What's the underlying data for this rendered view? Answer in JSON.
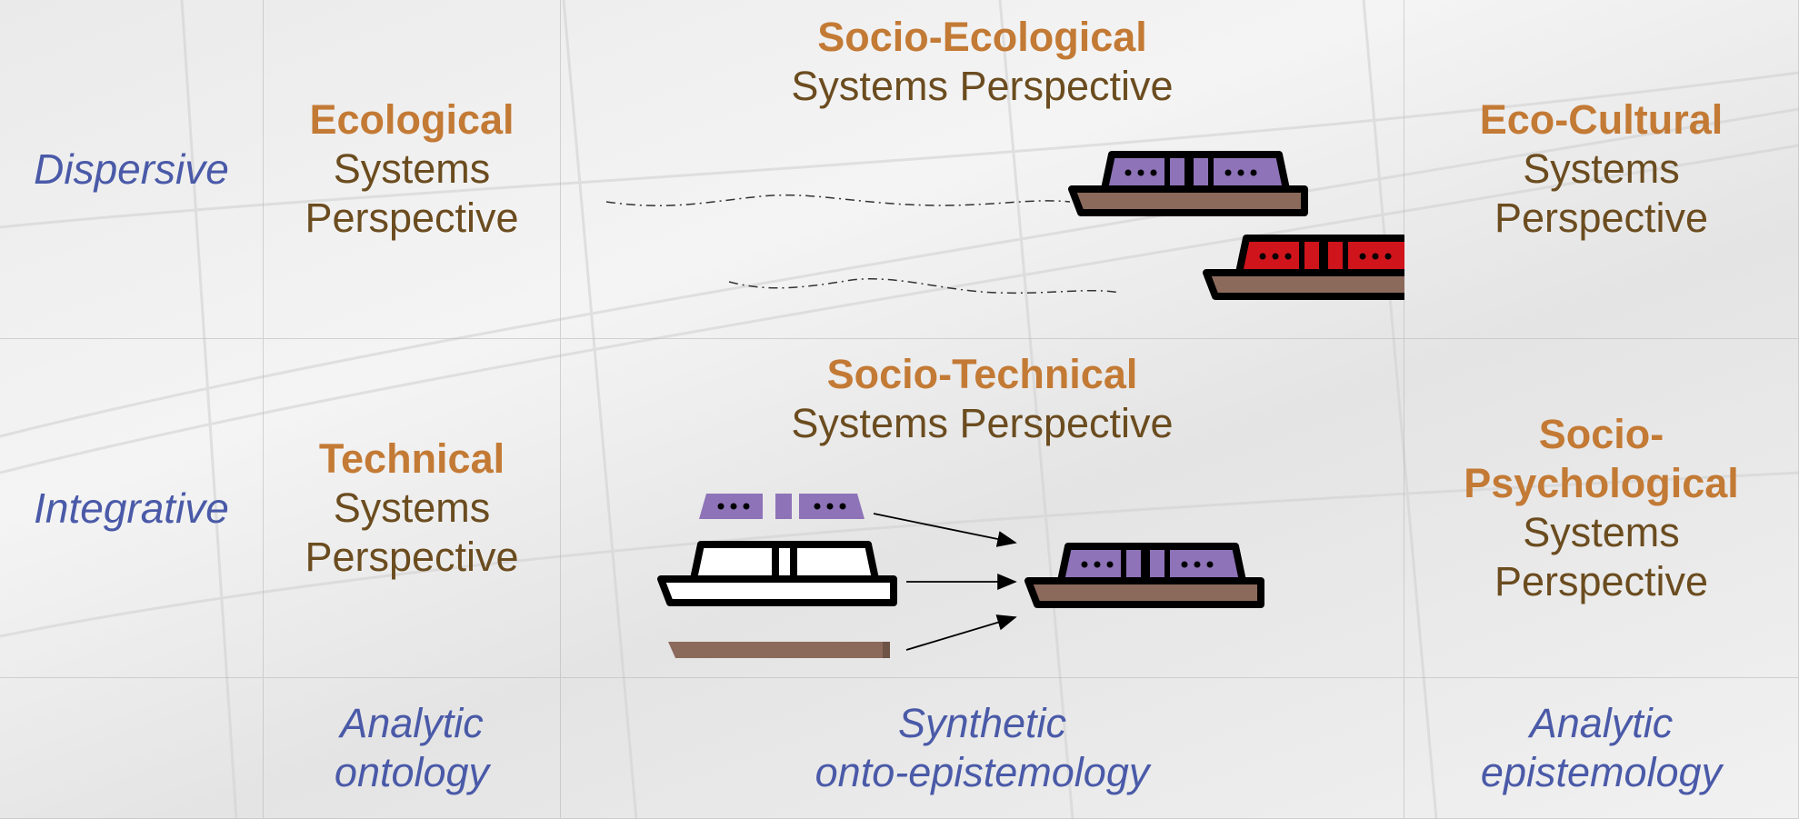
{
  "rows": {
    "dispersive": "Dispersive",
    "integrative": "Integrative"
  },
  "cells": {
    "ecological": {
      "bold": "Ecological",
      "line1": "Systems",
      "line2": "Perspective"
    },
    "socio_ecological": {
      "bold": "Socio-Ecological",
      "line1": "Systems Perspective"
    },
    "eco_cultural": {
      "bold": "Eco-Cultural",
      "line1": "Systems",
      "line2": "Perspective"
    },
    "technical": {
      "bold": "Technical",
      "line1": "Systems",
      "line2": "Perspective"
    },
    "socio_technical": {
      "bold": "Socio-Technical",
      "line1": "Systems Perspective"
    },
    "socio_psychological": {
      "bold1": "Socio-",
      "bold2": "Psychological",
      "line1": "Systems",
      "line2": "Perspective"
    }
  },
  "footer": {
    "analytic_ontology": {
      "line1": "Analytic",
      "line2": "ontology"
    },
    "synthetic": {
      "line1": "Synthetic",
      "line2": "onto-epistemology"
    },
    "analytic_epistemology": {
      "line1": "Analytic",
      "line2": "epistemology"
    }
  },
  "colors": {
    "bold_title": "#c37a35",
    "regular_title": "#6b4c1f",
    "row_label": "#4a5aa8",
    "boat_cabin_purple": "#8e73b8",
    "boat_cabin_red": "#d0141c",
    "boat_hull": "#8b6a5c"
  }
}
